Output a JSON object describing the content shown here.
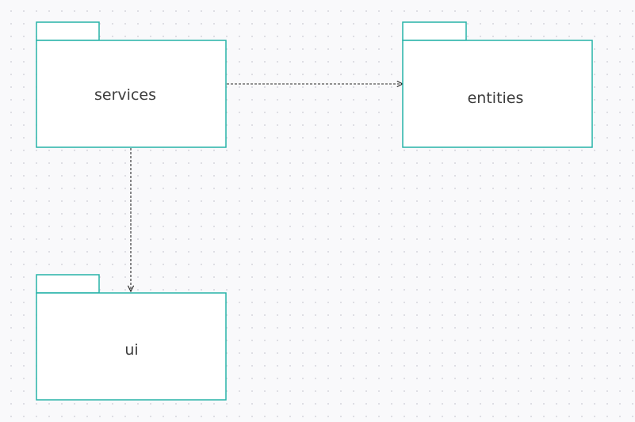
{
  "diagram": {
    "type": "uml-package-diagram",
    "accent_color": "#27b3a8",
    "connector_color": "#2a2a2a",
    "packages": [
      {
        "id": "services",
        "label": "services"
      },
      {
        "id": "entities",
        "label": "entities"
      },
      {
        "id": "ui",
        "label": "ui"
      }
    ],
    "dependencies": [
      {
        "from": "services",
        "to": "entities",
        "style": "dashed-arrow"
      },
      {
        "from": "services",
        "to": "ui",
        "style": "dashed-arrow"
      }
    ]
  }
}
